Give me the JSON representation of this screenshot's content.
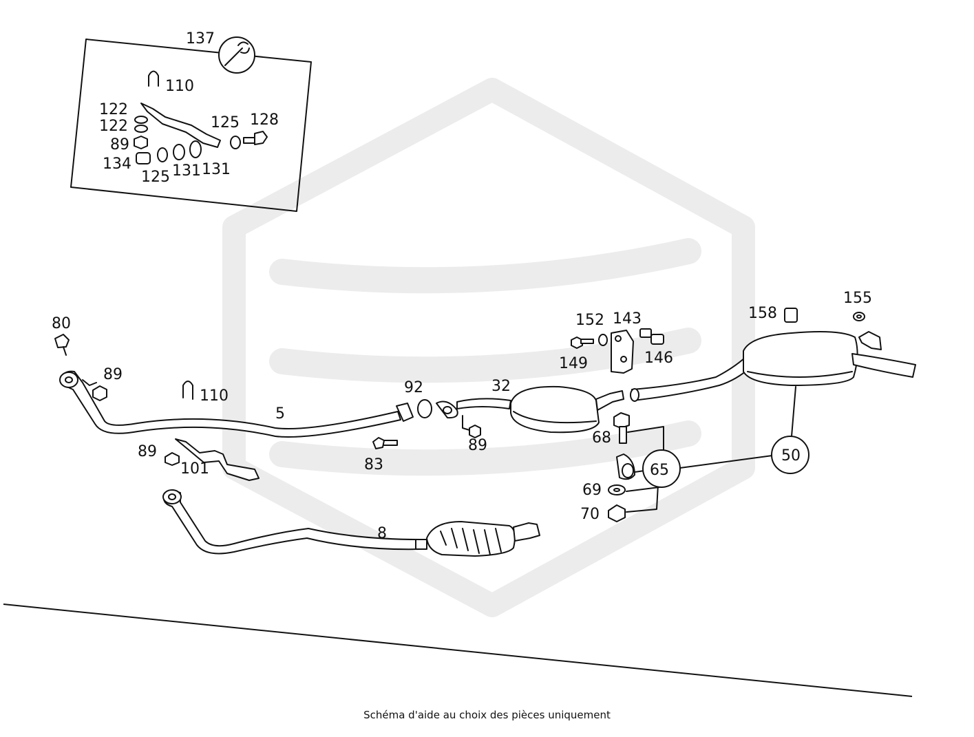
{
  "diagram": {
    "callouts": {
      "c137": "137",
      "c110a": "110",
      "c122a": "122",
      "c122b": "122",
      "c125a": "125",
      "c128": "128",
      "c89a": "89",
      "c134": "134",
      "c125b": "125",
      "c131a": "131",
      "c131b": "131",
      "c80": "80",
      "c89b": "89",
      "c110b": "110",
      "c5": "5",
      "c92": "92",
      "c32": "32",
      "c83": "83",
      "c89c": "89",
      "c89d": "89",
      "c101": "101",
      "c8": "8",
      "c152": "152",
      "c143": "143",
      "c149": "149",
      "c146": "146",
      "c158": "158",
      "c155": "155",
      "c68": "68",
      "c65": "65",
      "c50": "50",
      "c69": "69",
      "c70": "70"
    },
    "watermark_color": "#ececec"
  },
  "caption": "Schéma d'aide au choix des pièces uniquement"
}
